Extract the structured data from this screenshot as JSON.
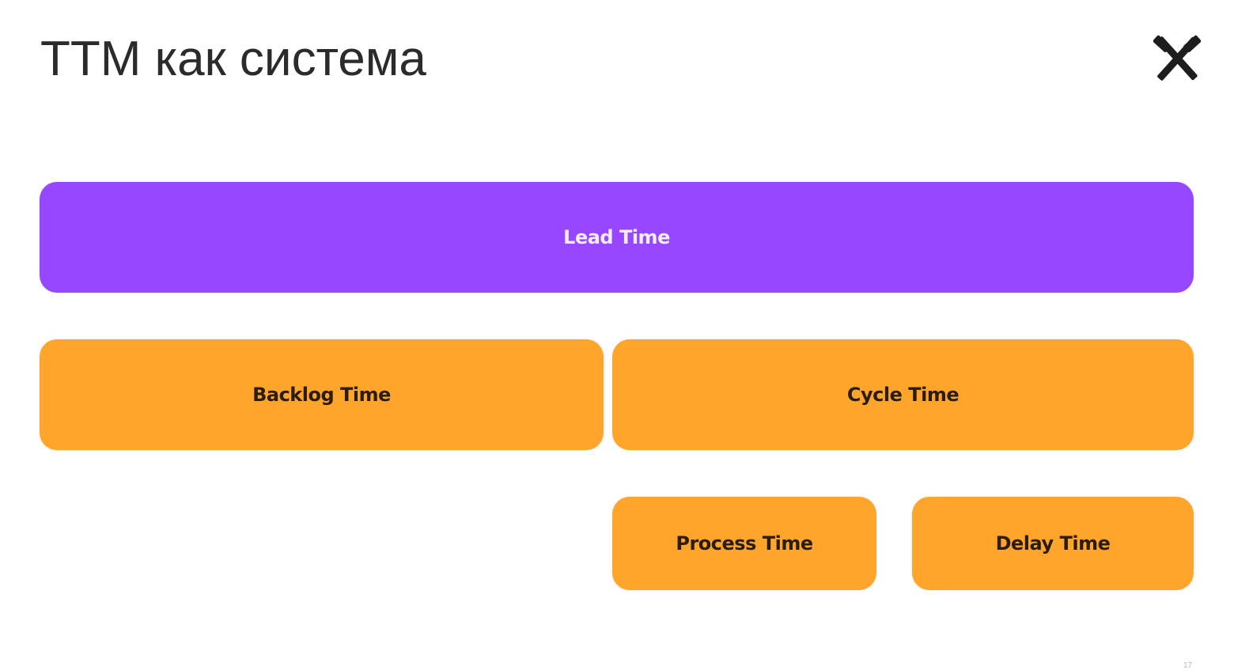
{
  "slide": {
    "title": "TTM как система",
    "page_number": "17"
  },
  "logo": {
    "icon": "crossed-hammers-icon",
    "color": "#1d1d1d"
  },
  "diagram": {
    "lead_time": {
      "label": "Lead Time",
      "color": "#9747ff"
    },
    "backlog_time": {
      "label": "Backlog Time",
      "color": "#ffa52b"
    },
    "cycle_time": {
      "label": "Cycle Time",
      "color": "#ffa52b"
    },
    "process_time": {
      "label": "Process Time",
      "color": "#ffa52b"
    },
    "delay_time": {
      "label": "Delay Time",
      "color": "#ffa52b"
    }
  }
}
